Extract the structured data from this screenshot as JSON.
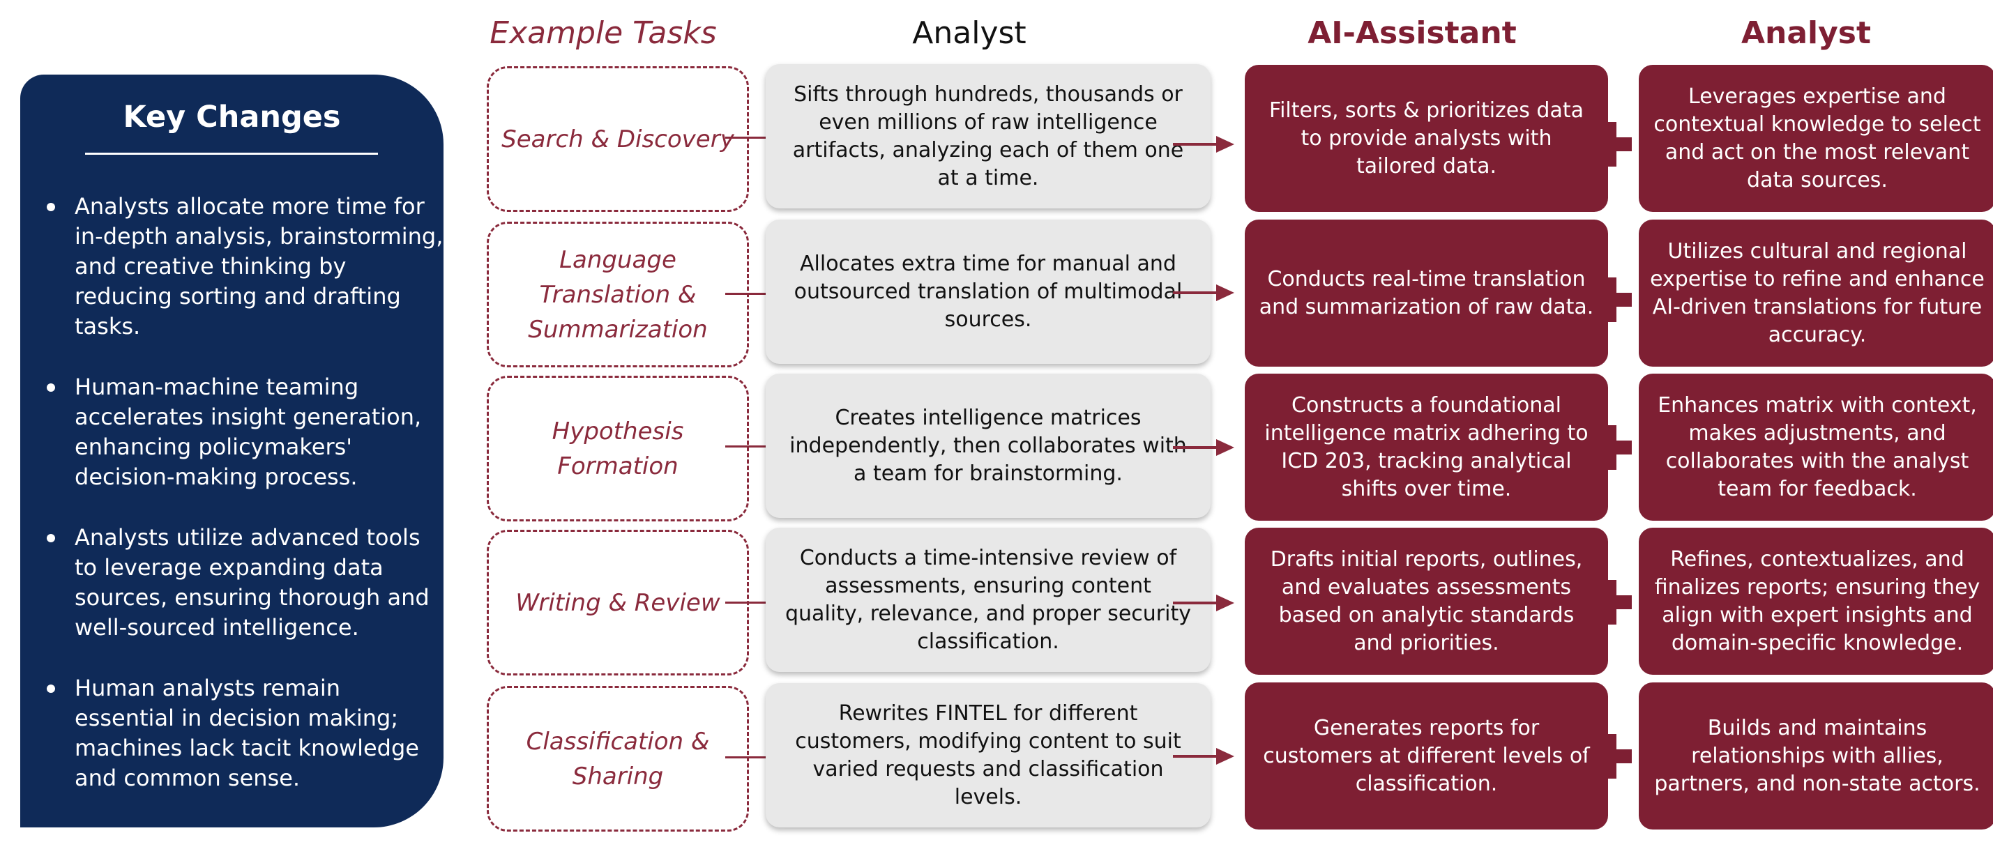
{
  "headers": {
    "tasks": "Example Tasks",
    "analyst": "Analyst",
    "ai_assistant": "AI-Assistant",
    "analyst_result": "Analyst"
  },
  "key_changes": {
    "title": "Key Changes",
    "items": [
      "Analysts allocate more time for in-depth analysis, brainstorming, and creative thinking by reducing sorting and drafting tasks.",
      "Human-machine teaming accelerates insight generation, enhancing policymakers' decision-making process.",
      "Analysts utilize advanced tools to leverage expanding data sources, ensuring thorough and well-sourced intelligence.",
      "Human analysts remain essential in decision making; machines lack tacit knowledge and common sense."
    ]
  },
  "rows": [
    {
      "task": "Search & Discovery",
      "analyst": "Sifts through hundreds, thousands or even millions of raw intelligence artifacts, analyzing each of them one at a time.",
      "ai": "Filters, sorts & prioritizes data to provide analysts with tailored data.",
      "result": "Leverages expertise and contextual knowledge to select and act on the most relevant data sources."
    },
    {
      "task": "Language Translation & Summarization",
      "analyst": "Allocates extra time for manual and outsourced translation of multimodal sources.",
      "ai": "Conducts real-time translation and summarization of raw data.",
      "result": "Utilizes cultural and regional expertise to refine and enhance AI-driven translations for future accuracy."
    },
    {
      "task": "Hypothesis Formation",
      "analyst": "Creates intelligence matrices independently, then collaborates with a team for brainstorming.",
      "ai": "Constructs a foundational intelligence matrix adhering to ICD 203, tracking analytical shifts over time.",
      "result": "Enhances matrix with context, makes adjustments, and collaborates with the analyst team for feedback."
    },
    {
      "task": "Writing & Review",
      "analyst": "Conducts a time-intensive review of assessments, ensuring content quality, relevance, and proper security classification.",
      "ai": "Drafts initial reports, outlines, and evaluates assessments based on analytic standards and priorities.",
      "result": "Refines, contextualizes, and finalizes reports; ensuring they align with expert insights and domain-specific knowledge."
    },
    {
      "task": "Classification & Sharing",
      "analyst": "Rewrites FINTEL for different customers, modifying content to suit varied requests and classification levels.",
      "ai": "Generates reports for customers at different levels of classification.",
      "result": "Builds and maintains relationships with allies, partners, and non-state actors."
    }
  ],
  "colors": {
    "navy": "#0f2a58",
    "maroon": "#7e1f33",
    "task_outline": "#8a2a3c",
    "analyst_box": "#e8e8e8"
  },
  "icons": {
    "arrow": "arrow-right-icon",
    "plus": "plus-icon"
  }
}
